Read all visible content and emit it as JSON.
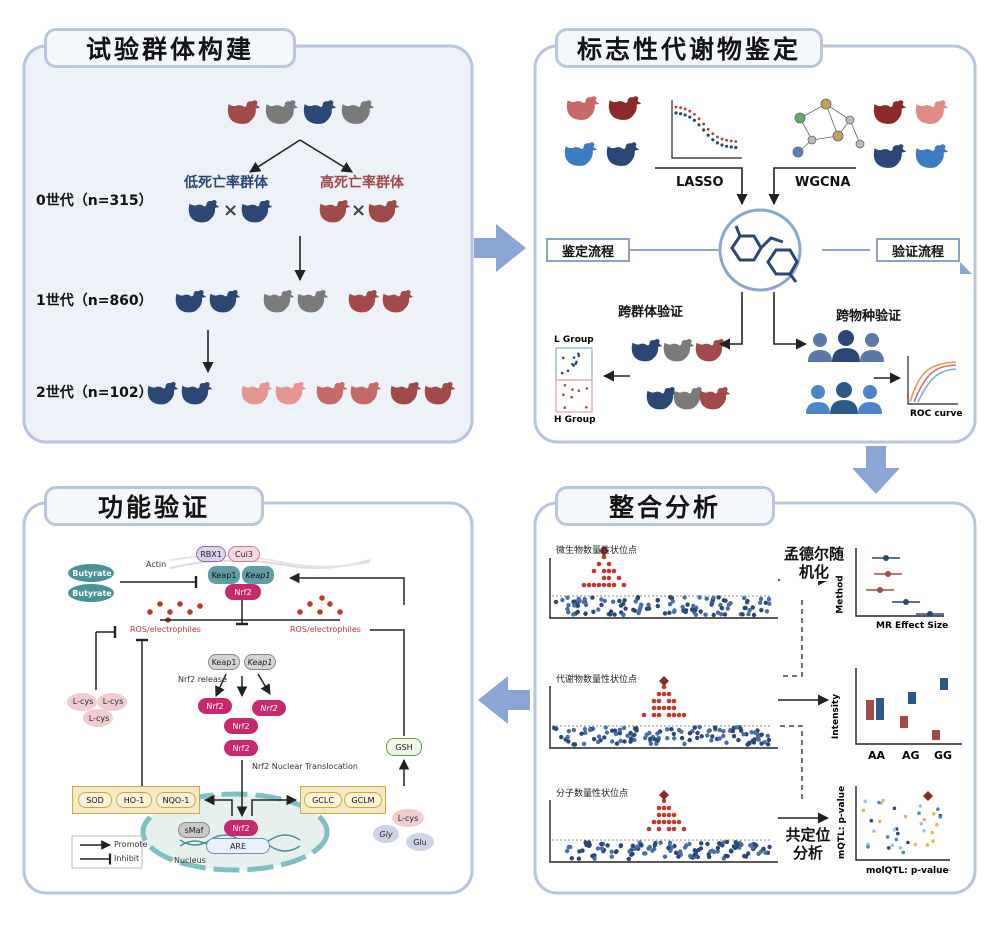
{
  "panels": {
    "population": {
      "title": "试验群体构建"
    },
    "biomarker": {
      "title": "标志性代谢物鉴定"
    },
    "integration": {
      "title": "整合分析"
    },
    "functional": {
      "title": "功能验证"
    }
  },
  "population": {
    "low_group": "低死亡率群体",
    "high_group": "高死亡率群体",
    "gen0": "0世代（n=315）",
    "gen1": "1世代（n=860）",
    "gen2": "2世代（n=102）",
    "cross_symbol": "×"
  },
  "biomarker": {
    "lasso": "LASSO",
    "wgcna": "WGCNA",
    "identify_flow": "鉴定流程",
    "validate_flow": "验证流程",
    "cross_population": "跨群体验证",
    "cross_species": "跨物种验证",
    "l_group": "L Group",
    "h_group": "H Group",
    "roc": "ROC curve"
  },
  "integration": {
    "microbe_qtl": "微生物数量性状位点",
    "metabolite_qtl": "代谢物数量性状位点",
    "molecular_qtl": "分子数量性状位点",
    "mendelian_line1": "孟德尔随",
    "mendelian_line2": "机化",
    "coloc_line1": "共定位",
    "coloc_line2": "分析",
    "mr_xlabel": "MR Effect Size",
    "mr_ylabel": "Method",
    "box_ylabel": "Intensity",
    "box_categories": [
      "AA",
      "AG",
      "GG"
    ],
    "coloc_xlabel": "molQTL: p-value",
    "coloc_ylabel": "mQTL: p-value"
  },
  "functional": {
    "butyrate": "Butyrate",
    "actin": "Actin",
    "rbx1": "RBX1",
    "cul3": "Cul3",
    "keap1": "Keap1",
    "nrf2": "Nrf2",
    "ros": "ROS/electrophiles",
    "nrf2_release": "Nrf2 release",
    "nrf2_translocation": "Nrf2 Nuclear Translocation",
    "lcys": "L-cys",
    "gsh": "GSH",
    "sod": "SOD",
    "ho1": "HO-1",
    "nqo1": "NQO-1",
    "gclc": "GCLC",
    "gclm": "GCLM",
    "smaf": "sMaf",
    "are": "ARE",
    "nucleus": "Nucleus",
    "gly": "Gly",
    "glu": "Glu",
    "promote": "Promote",
    "inhibit": "Inhibit"
  },
  "colors": {
    "navy": "#2a4775",
    "red": "#a04a4a",
    "grey": "#7a7a7a",
    "pink": "#e79591",
    "panel_bg": "#edf1f8",
    "panel_border": "#b7c5e0",
    "arrow": "#8aa6d4",
    "nrf2": "#c8296e",
    "teal": "#4a9297"
  }
}
